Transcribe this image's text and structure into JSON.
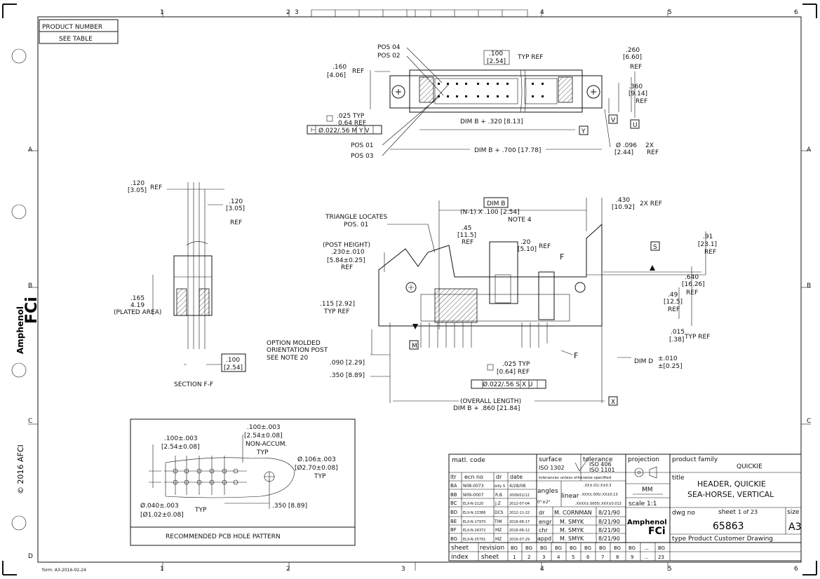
{
  "border": {
    "col_marks": [
      "1",
      "2",
      "3",
      "4",
      "5",
      "6"
    ],
    "row_marks": [
      "A",
      "B",
      "C",
      "D"
    ],
    "form_label": "form: A3-2016-02-24"
  },
  "product_number": {
    "header": "PRODUCT NUMBER",
    "value": "SEE TABLE"
  },
  "branding": {
    "brand": "Amphenol",
    "sub": "FCi",
    "copyright": "© 2016 AFCI"
  },
  "top_view": {
    "pos_04": "POS 04",
    "pos_02": "POS 02",
    "pos_01": "POS 01",
    "pos_03": "POS 03",
    "pitch_in": ".100",
    "pitch_mm": "[2.54]",
    "pitch_suffix": "TYP REF",
    "left_in": ".160",
    "left_mm": "[4.06]",
    "left_ref": "REF",
    "right_in": ".260",
    "right_mm": "[6.60]",
    "right_ref": "REF",
    "h_in": ".360",
    "h_mm": "[9.14]",
    "h_ref": "REF",
    "pin_in": ".025 TYP",
    "pin_mm": "0.64 REF",
    "tol_pos": "Ø.022/.56 M Y V",
    "dim1": "DIM B + .320 [8.13]",
    "dim2": "DIM B + .700 [17.78]",
    "hole_in": "Ø .096",
    "hole_mm": "[2.44]",
    "hole_suffix": "2X",
    "hole_ref": "REF",
    "datum_v": "V",
    "datum_u": "U",
    "datum_y": "Y"
  },
  "side_view": {
    "top_in": ".120",
    "top_mm": "[3.05]",
    "top_ref": "REF",
    "r_in": ".120",
    "r_mm": "[3.05]",
    "r_ref": "REF",
    "plated_in": ".165",
    "plated_mm": "4.19",
    "plated_label": "(PLATED AREA)",
    "bot_in": ".100",
    "bot_mm": "[2.54]",
    "section": "SECTION F-F"
  },
  "front_view": {
    "dim_b": "DIM B",
    "pitch": "(N-1) X .100 [2.54]",
    "note": "NOTE 4",
    "w2x_in": ".430",
    "w2x_mm": "[10.92]",
    "w2x_suffix": "2X REF",
    "tri1": "TRIANGLE LOCATES",
    "tri2": "POS. 01",
    "h45_in": ".45",
    "h45_mm": "[11.5]",
    "h45_ref": "REF",
    "h20_in": ".20",
    "h20_mm": "[5.10]",
    "h20_ref": "REF",
    "post1": "(POST HEIGHT)",
    "post2": ".230±.010",
    "post3": "[5.84±0.25]",
    "post4": "REF",
    "t115": ".115 [2.92]",
    "t115b": "TYP REF",
    "h91_in": ".91",
    "h91_mm": "[23.1]",
    "h91_ref": "REF",
    "h640_in": ".640",
    "h640_mm": "[16.26]",
    "h640_ref": "REF",
    "h49_in": ".49",
    "h49_mm": "[12.5]",
    "h49_ref": "REF",
    "h015_in": ".015",
    "h015_mm": "[.38]",
    "h015_suffix": "TYP REF",
    "opt1": "OPTION MOLDED",
    "opt2": "ORIENTATION POST",
    "opt3": "SEE NOTE 20",
    "d090": ".090 [2.29]",
    "d350": ".350 [8.89]",
    "pin_in": ".025 TYP",
    "pin_mm": "[0.64] REF",
    "tol_pos": "Ø.022/.56 S X U",
    "dimd_a": "DIM D",
    "dimd_b": "±.010",
    "dimd_c": "±[0.25]",
    "overall1": "(OVERALL LENGTH)",
    "overall2": "DIM B + .860 [21.84]",
    "datum_s": "S",
    "datum_m": "M",
    "datum_x": "X",
    "cut_f": "F"
  },
  "pcb": {
    "a1": ".100±.003",
    "a2": "[2.54±0.08]",
    "b1": ".100±.003",
    "b2": "[2.54±0.08]",
    "b3": "NON-ACCUM.",
    "b4": "TYP",
    "c1": "Ø.106±.003",
    "c2": "[Ø2.70±0.08]",
    "c3": "TYP",
    "d1": "Ø.040±.003",
    "d2": "[Ø1.02±0.08]",
    "d3": "TYP",
    "e1": ".350 [8.89]",
    "caption": "RECOMMENDED PCB HOLE PATTERN"
  },
  "title_block": {
    "matl_code": "matl. code",
    "surface": "surface",
    "surface_std": "ISO 1302",
    "tolerance": "tolerance",
    "tol_std1": "ISO 406",
    "tol_std2": "ISO 1101",
    "projection": "projection",
    "product_family_lbl": "product family",
    "product_family": "QUICKIE",
    "title_lbl": "title",
    "title1": "HEADER, QUICKIE",
    "title2": "SEA-HORSE, VERTICAL",
    "rev_headers": [
      "ltr",
      "ecn no",
      "dr",
      "date"
    ],
    "revs": [
      [
        "BA",
        "N08-0073",
        "billy S",
        "4/28/08"
      ],
      [
        "BB",
        "N09-0007",
        "R.B",
        "2009/01/12"
      ],
      [
        "BC",
        "ELX-N-2120",
        "J.Z",
        "2012-07-04"
      ],
      [
        "BD",
        "ELX-N-13386",
        "DCS",
        "2012-11-22"
      ],
      [
        "BE",
        "ELX-N-17970",
        "TIM",
        "2016-06-17"
      ],
      [
        "BF",
        "ELX-N-24372",
        "MZ",
        "2016-06-12"
      ],
      [
        "BG",
        "ELX-N-25791",
        "MZ",
        "2016-07-29"
      ]
    ],
    "tol_note": "tolerances unless otherwise specified",
    "angles": "angles",
    "angle_val": "0°±2°",
    "linear": "linear",
    "lin1": ".XX±.01/.X±0.3",
    "lin2": ".XXX±.005/.XX±0.13",
    "lin3": ".XXXX±.0005/.XXX±0.013",
    "units": "MM",
    "scale": "scale 1:1",
    "roles": [
      [
        "dr",
        "M. CORNMAN",
        "8/21/90"
      ],
      [
        "engr",
        "M. SMYK",
        "8/21/90"
      ],
      [
        "chr",
        "M. SMYK",
        "8/21/90"
      ],
      [
        "appd",
        "M. SMYK",
        "8/21/90"
      ]
    ],
    "dwg_lbl": "dwg no",
    "dwg_no": "65863",
    "sheet_lbl": "sheet",
    "sheet_val": "1 of 23",
    "size_lbl": "size",
    "size_val": "A3",
    "type_row": "type  Product Customer  Drawing",
    "sheet_row": [
      "sheet",
      "revision",
      "BG",
      "BG",
      "BG",
      "BG",
      "BG",
      "BG",
      "BG",
      "BG",
      "BG",
      "...",
      "BG"
    ],
    "index_row": [
      "index",
      "sheet",
      "1",
      "2",
      "3",
      "4",
      "5",
      "6",
      "7",
      "8",
      "9",
      "...",
      "23"
    ]
  }
}
